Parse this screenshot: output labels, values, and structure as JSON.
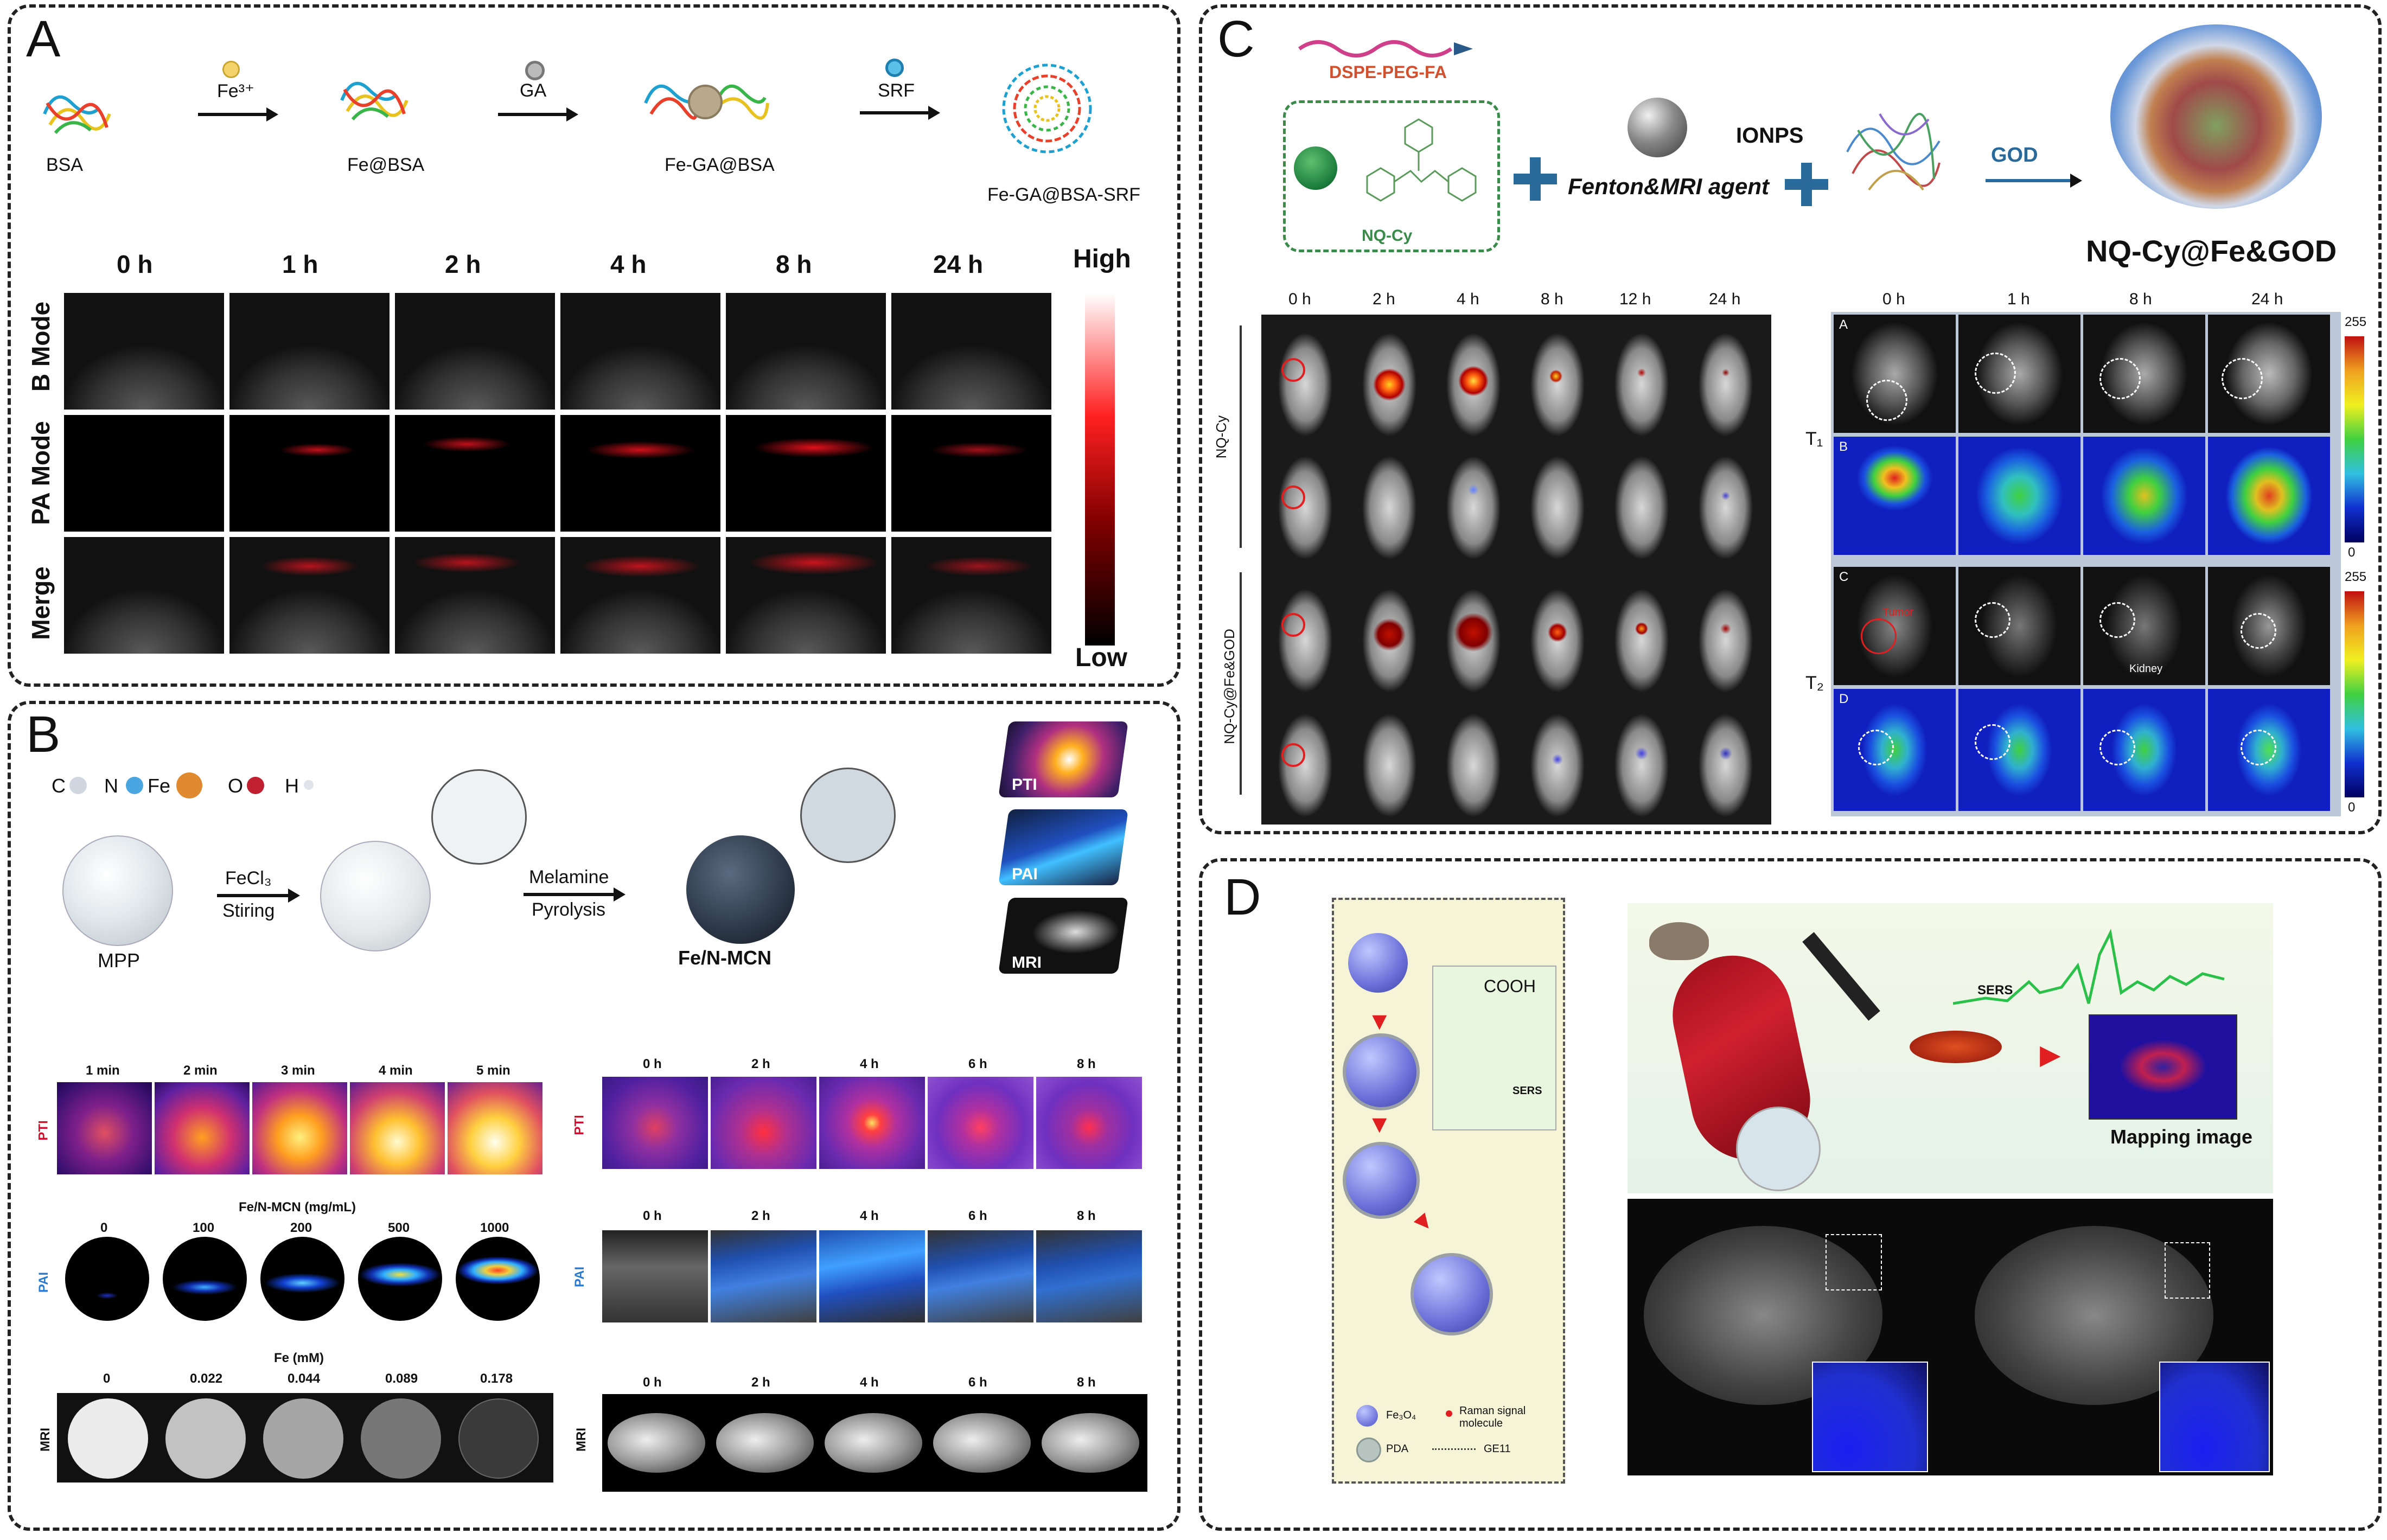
{
  "panel_a": {
    "letter": "A",
    "steps": [
      {
        "label": "BSA"
      },
      {
        "arrow_label": "Fe³⁺"
      },
      {
        "label": "Fe@BSA"
      },
      {
        "arrow_label": "GA"
      },
      {
        "label": "Fe-GA@BSA"
      },
      {
        "arrow_label": "SRF"
      },
      {
        "label": "Fe-GA@BSA-SRF"
      }
    ],
    "timepoints": [
      "0 h",
      "1 h",
      "2 h",
      "4 h",
      "8 h",
      "24 h"
    ],
    "rows": [
      "B Mode",
      "PA Mode",
      "Merge"
    ],
    "scale_high": "High",
    "scale_low": "Low"
  },
  "panel_b": {
    "letter": "B",
    "legend": {
      "c": "C",
      "n": "N",
      "fe": "Fe",
      "o": "O",
      "h": "H"
    },
    "mpp": "MPP",
    "step1_top": "FeCl₃",
    "step1_bottom": "Stiring",
    "step2_top": "Melamine",
    "step2_bottom": "Pyrolysis",
    "product": "Fe/N-MCN",
    "modalities": [
      "PTI",
      "PAI",
      "MRI"
    ],
    "pti_times": [
      "1 min",
      "2 min",
      "3 min",
      "4 min",
      "5 min"
    ],
    "pai_title": "Fe/N-MCN (mg/mL)",
    "pai_conc": [
      "0",
      "100",
      "200",
      "500",
      "1000"
    ],
    "mri_title": "Fe (mM)",
    "mri_conc": [
      "0",
      "0.022",
      "0.044",
      "0.089",
      "0.178"
    ],
    "vivo_times": [
      "0 h",
      "2 h",
      "4 h",
      "6 h",
      "8 h"
    ],
    "row_labels": [
      "PTI",
      "PAI",
      "MRI"
    ]
  },
  "panel_c": {
    "letter": "C",
    "dspe": "DSPE-PEG-FA",
    "dye": "NQ-Cy",
    "fenton": "Fenton&MRI agent",
    "ionps": "IONPS",
    "god": "GOD",
    "product": "NQ-Cy@Fe&GOD",
    "fl_times": [
      "0 h",
      "2 h",
      "4 h",
      "8 h",
      "12 h",
      "24 h"
    ],
    "fl_groups": [
      "NQ-Cy",
      "NQ-Cy@Fe&GOD"
    ],
    "mri_times": [
      "0 h",
      "1 h",
      "8 h",
      "24 h"
    ],
    "mri_row_letters": [
      "A",
      "B",
      "C",
      "D"
    ],
    "t1": "T₁",
    "t2": "T₂",
    "scale_max": "255",
    "scale_min": "0",
    "tumor": "Tumor",
    "kidney": "Kidney"
  },
  "panel_d": {
    "letter": "D",
    "cooh": "COOH",
    "sers_small": "SERS",
    "legend_fe3o4": "Fe₃O₄",
    "legend_raman": "Raman signal molecule",
    "legend_pda": "PDA",
    "legend_ge11": "GE11",
    "sers": "SERS",
    "mapping": "Mapping image"
  },
  "colors": {
    "hot": "#ff9900",
    "pa_red": "#c0101a",
    "jet_blue": "#1020e0",
    "panel_border": "#222222"
  }
}
